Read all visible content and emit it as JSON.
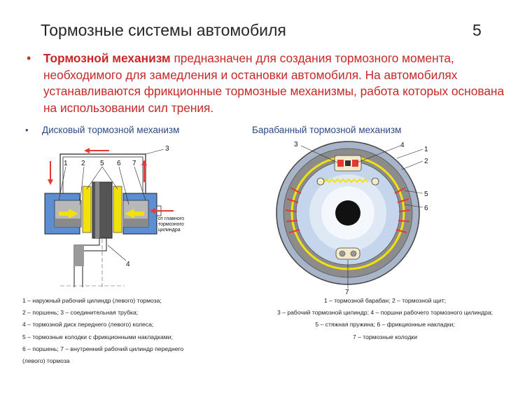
{
  "slide": {
    "title": "Тормозные системы автомобиля",
    "page_number": "5"
  },
  "intro": {
    "bold_term": "Тормозной механизм",
    "text": " предназначен для создания тормозного момента, необходимого для замедления и остановки автомобиля. На автомобилях устанавливаются фрикционные тормозные механизмы, работа которых основана на использовании сил трения."
  },
  "disc_brake": {
    "heading": "Дисковый тормозной механизм",
    "labels": [
      "1",
      "2",
      "5",
      "6",
      "7",
      "3",
      "4"
    ],
    "inlet_label_lines": [
      "от главного",
      "тормозного",
      "цилиндра"
    ],
    "legend": [
      "1 – наружный рабочий цилиндр (левого) тормоза;",
      "2 – поршень; 3 – соединительная трубка;",
      "4 – тормозной диск переднего (левого) колеса;",
      "5 – тормозные колодки с фрикционными накладками;",
      " 6 – поршень; 7 – внутренний рабочий цилиндр переднего",
      " (левого) тормоза"
    ]
  },
  "drum_brake": {
    "heading": "Барабанный тормозной механизм",
    "labels": [
      "3",
      "4",
      "1",
      "2",
      "5",
      "6",
      "7"
    ],
    "legend": [
      "1 – тормозной барабан; 2 – тормозной щит;",
      "3 – рабочий тормозной цилиндр; 4 – поршни рабочего тормозного цилиндра;",
      "5 – стяжная пружина; 6 – фрикционные накладки;",
      "7 – тормозные колодки"
    ]
  },
  "colors": {
    "title": "#262626",
    "accent_red": "#c62828",
    "subheading_blue": "#2b4a87",
    "pad_yellow": "#f2e20a",
    "cylinder_blue": "#5b8fd1",
    "drum_gray": "#8c8c8c"
  }
}
